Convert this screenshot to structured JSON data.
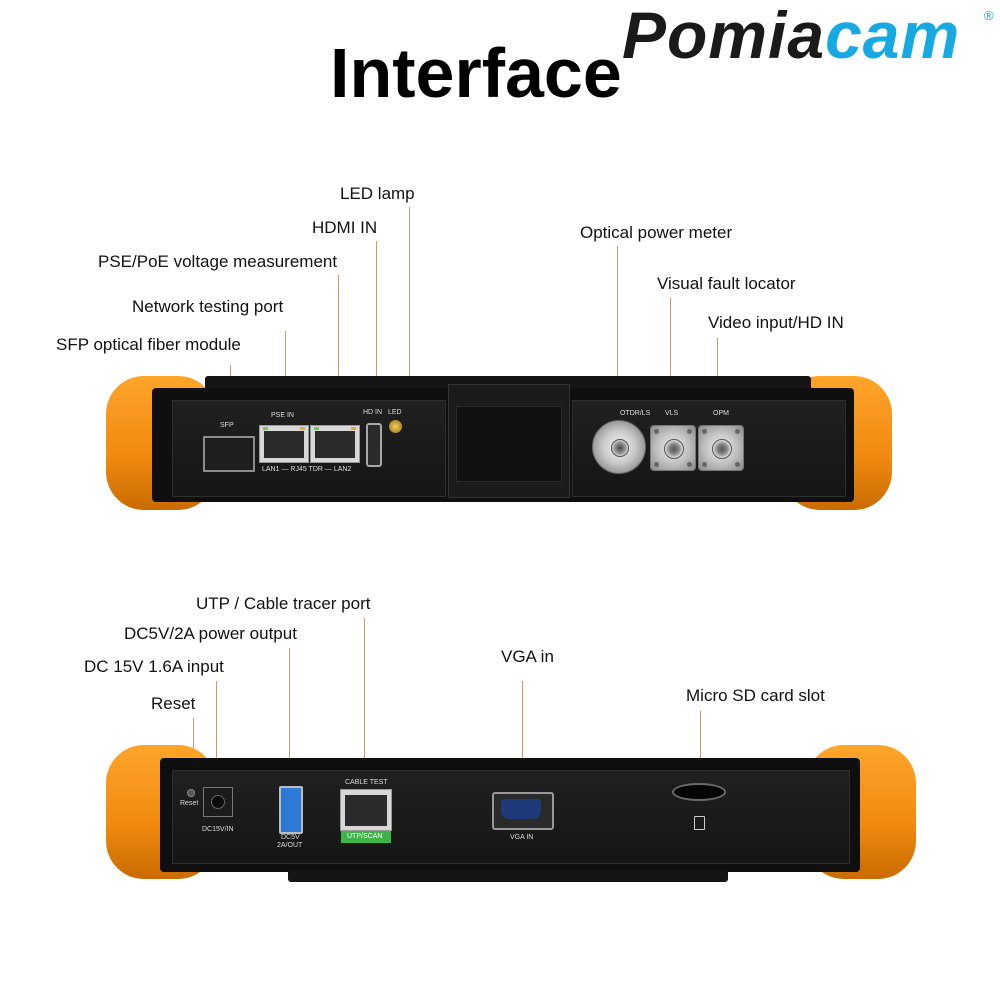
{
  "title": "Interface",
  "brand": {
    "part1": "Pomia",
    "part2": "cam",
    "registered": "®"
  },
  "top_labels": {
    "led_lamp": "LED lamp",
    "hdmi_in": "HDMI IN",
    "pse_poe": "PSE/PoE voltage measurement",
    "network_port": "Network testing port",
    "sfp": "SFP optical fiber module",
    "optical_power": "Optical power meter",
    "vfl": "Visual fault locator",
    "video_input": "Video input/HD IN"
  },
  "top_panel_text": {
    "sfp": "SFP",
    "pse_in": "PSE IN",
    "hd_in": "HD IN",
    "led": "LED",
    "lan_caption": "LAN1 — RJ45 TDR — LAN2",
    "otdr": "OTDR/LS",
    "vls": "VLS",
    "opm": "OPM"
  },
  "bottom_labels": {
    "utp": "UTP / Cable tracer port",
    "dc5v": "DC5V/2A power output",
    "dc15v": "DC 15V 1.6A input",
    "reset": "Reset",
    "vga": "VGA in",
    "microsd": "Micro SD card slot"
  },
  "bottom_panel_text": {
    "reset": "Reset",
    "dc15v": "DC15V/IN",
    "dc5v_line1": "DC5V",
    "dc5v_line2": "2A/OUT",
    "cable_test": "CABLE TEST",
    "utp_scan": "UTP/SCAN",
    "vga_in": "VGA IN"
  },
  "icons": {
    "registered": "registered-mark-icon",
    "bumper": "orange-corner-bumper"
  },
  "colors": {
    "brand_dark": "#1a1a1a",
    "brand_blue": "#17a9e1",
    "bumper_orange": "#f08a10",
    "body_black": "#151515",
    "utp_green": "#3cb44a",
    "usb_blue": "#2f7ad6"
  }
}
